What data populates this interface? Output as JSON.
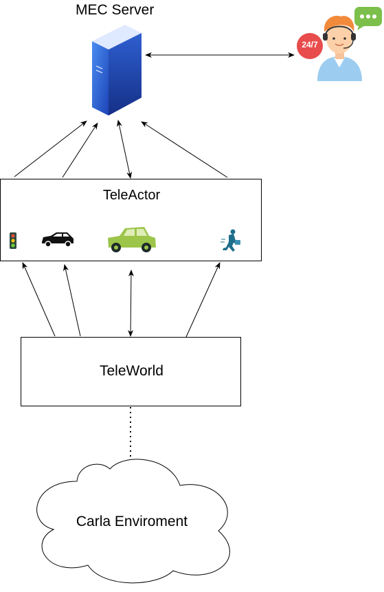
{
  "mec_server": {
    "label": "MEC Server"
  },
  "support_agent": {
    "badge_text": "24/7"
  },
  "teleactor": {
    "label": "TeleActor"
  },
  "teleworld": {
    "label": "TeleWorld"
  },
  "carla": {
    "label": "Carla Enviroment"
  },
  "colors": {
    "server_front": "#2f5fd8",
    "server_side": "#1c3fa8",
    "badge": "#e84c4c",
    "chat_bubble": "#7cc04b",
    "car_green": "#9cc54a",
    "pedestrian": "#1f6f8b"
  }
}
